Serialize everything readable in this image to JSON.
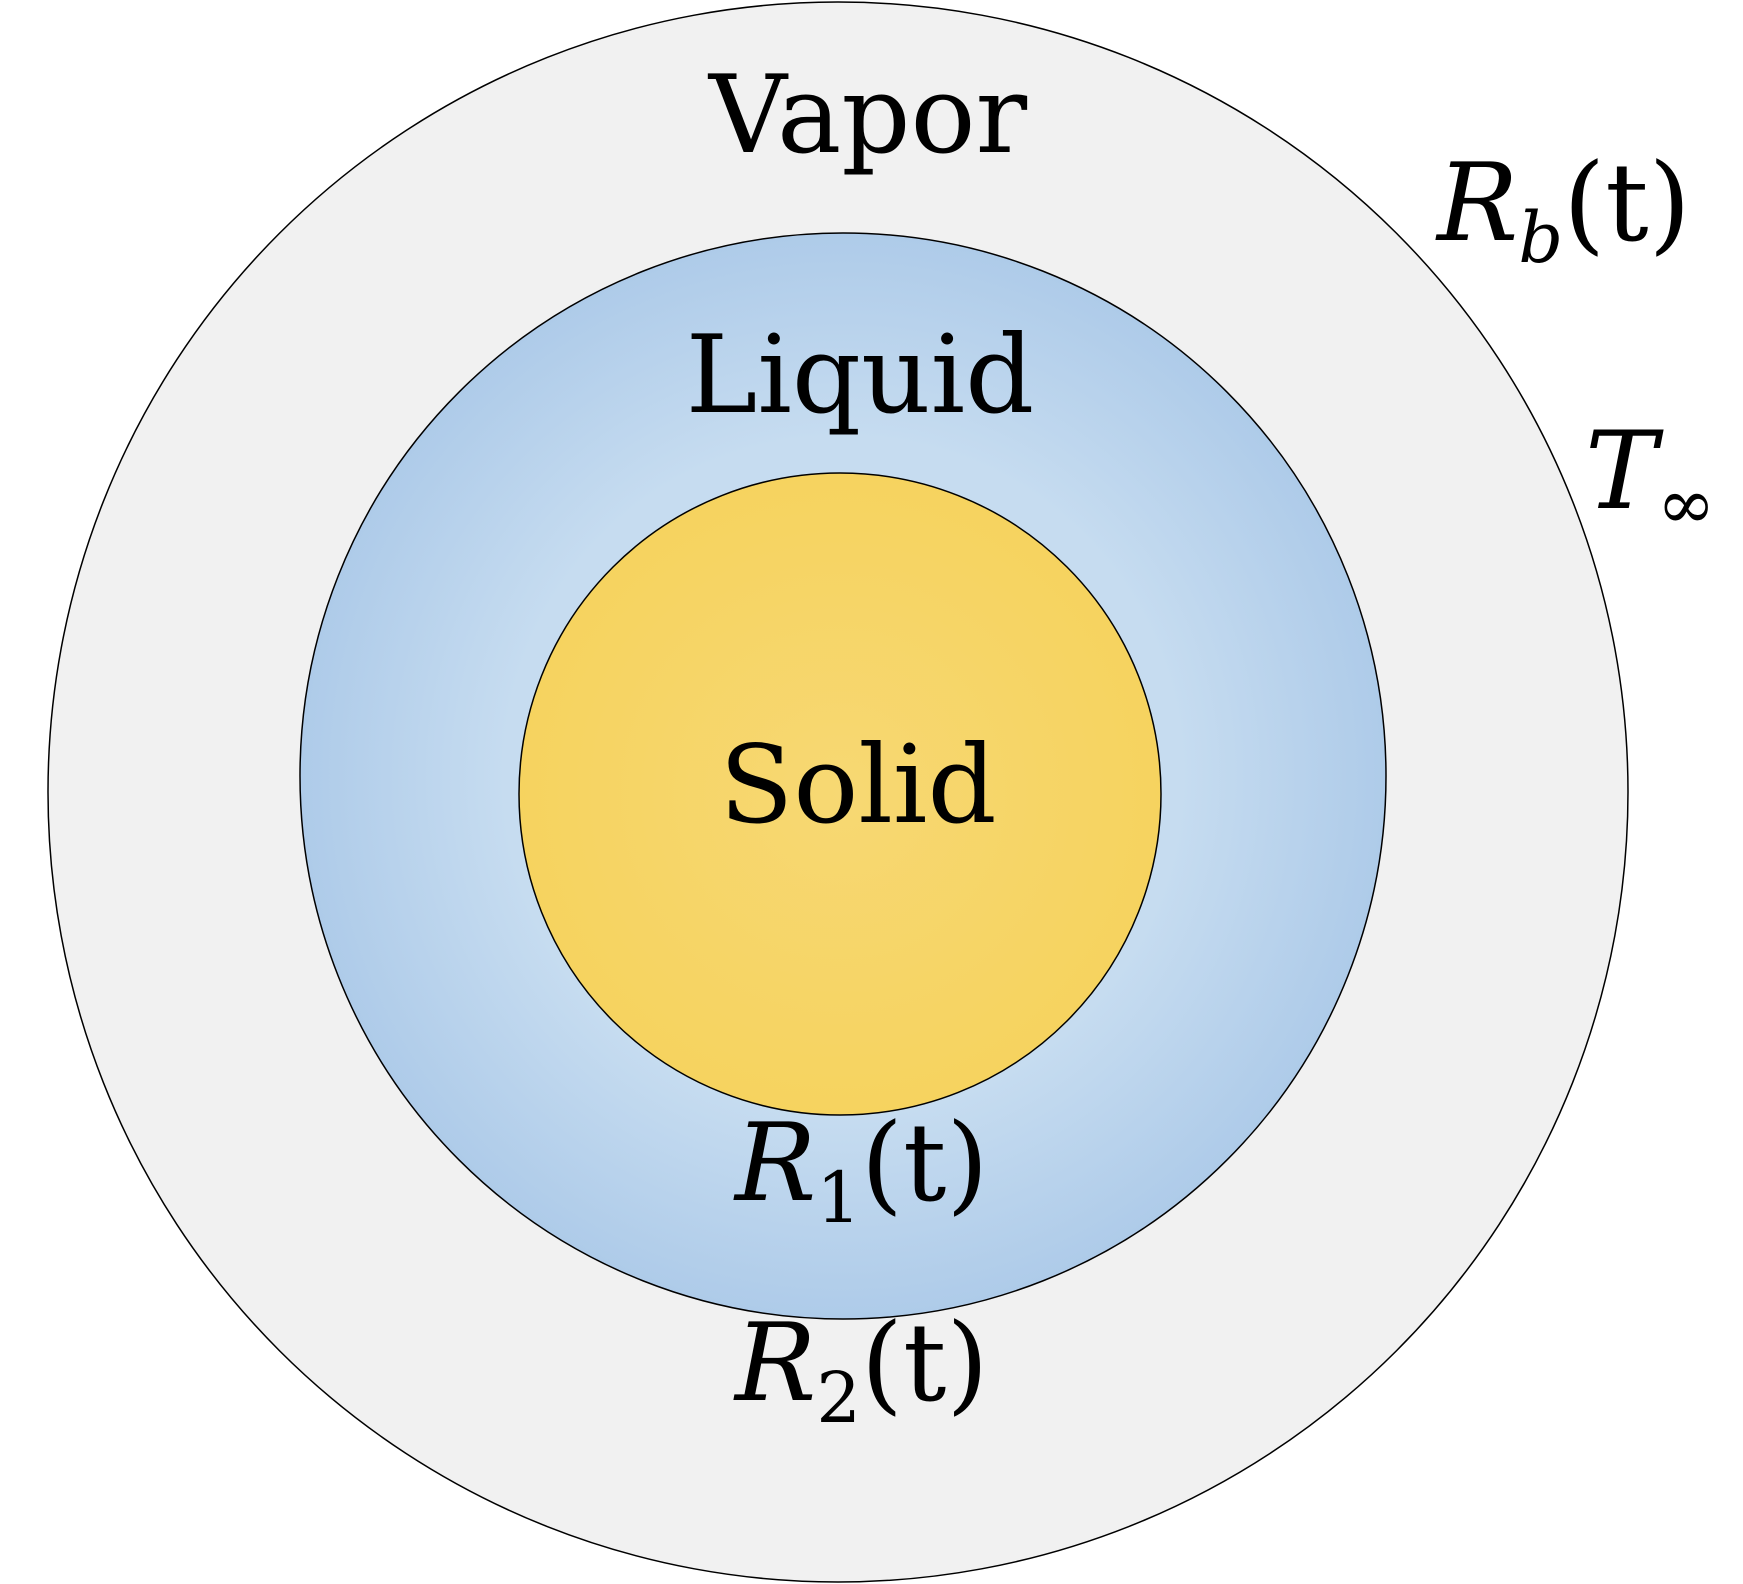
{
  "diagram": {
    "regions": {
      "vapor": {
        "label": "Vapor",
        "fill": "#f1f1f1"
      },
      "liquid": {
        "label": "Liquid",
        "fill": "#aecbe9",
        "inner_fill": "#c6dcf0"
      },
      "solid": {
        "label": "Solid",
        "fill": "#f6d35f",
        "inner_fill": "#f7d873"
      }
    },
    "labels": {
      "rb": {
        "base": "R",
        "sub": "b",
        "arg": "(t)"
      },
      "tinf": {
        "base": "T",
        "sub": "∞"
      },
      "r1": {
        "base": "R",
        "sub": "1",
        "arg": "(t)"
      },
      "r2": {
        "base": "R",
        "sub": "2",
        "arg": "(t)"
      }
    },
    "stroke_color": "#000000"
  }
}
